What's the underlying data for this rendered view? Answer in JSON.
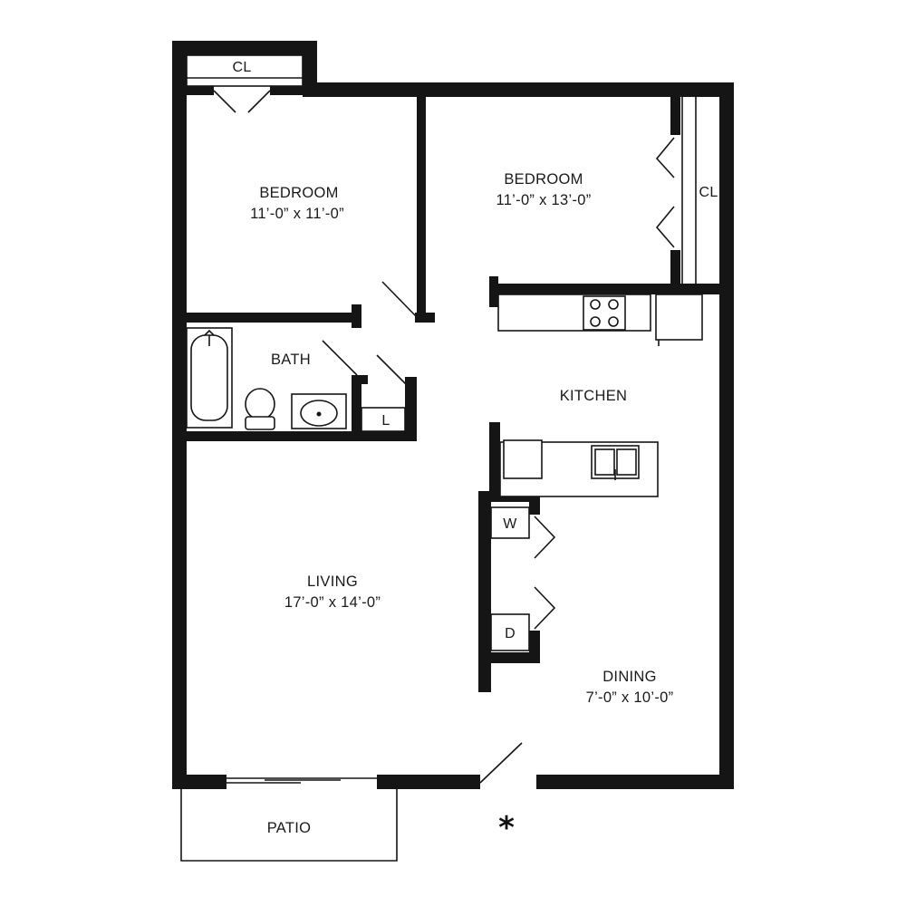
{
  "rooms": {
    "bedroom1": {
      "name": "BEDROOM",
      "size": "11’-0” x 11’-0”"
    },
    "bedroom2": {
      "name": "BEDROOM",
      "size": "11’-0” x 13’-0”"
    },
    "bath": {
      "name": "BATH"
    },
    "kitchen": {
      "name": "KITCHEN"
    },
    "living": {
      "name": "LIVING",
      "size": "17’-0” x 14’-0”"
    },
    "dining": {
      "name": "DINING",
      "size": "7’-0” x 10’-0”"
    },
    "patio": {
      "name": "PATIO"
    }
  },
  "closets": {
    "top_left": "CL",
    "right": "CL",
    "linen": "L"
  },
  "appliances": {
    "washer": "W",
    "dryer": "D"
  },
  "entry_marker": "*"
}
